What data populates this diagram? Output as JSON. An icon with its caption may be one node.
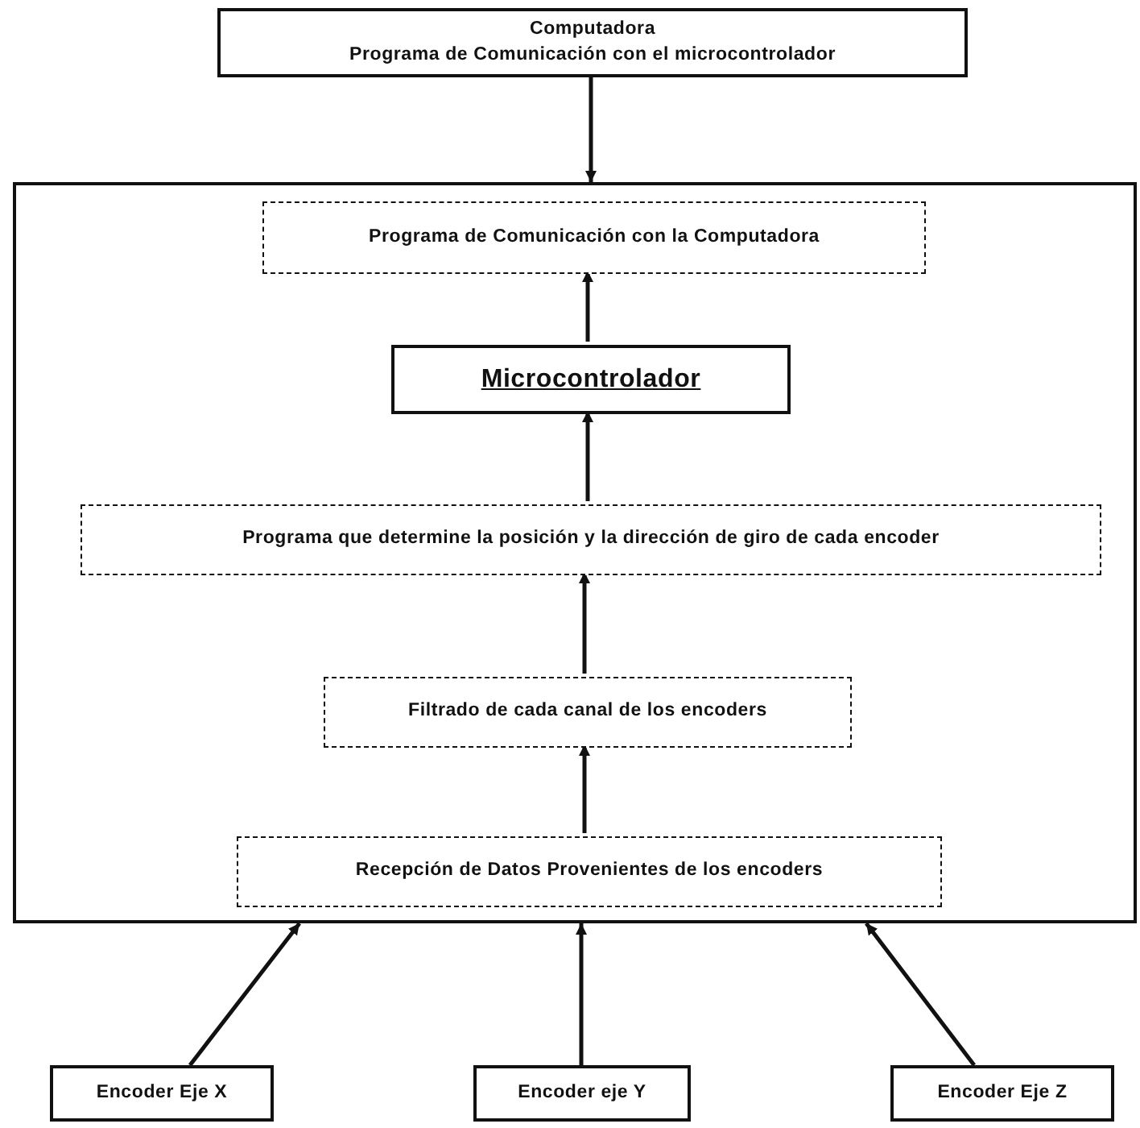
{
  "diagram": {
    "nodes": [
      {
        "text": [
          "Computadora",
          "Programa de Comunicación con el microcontrolador"
        ]
      },
      {
        "text": [],
        "shape": "box"
      },
      {
        "text": [
          "Programa de Comunicación con la Computadora"
        ],
        "in": 1
      },
      {
        "text": [
          "Microcontrolador"
        ],
        "in": 1
      },
      {
        "text": [
          "Programa que determine la posición y la dirección de giro de cada encoder"
        ],
        "in": 1
      },
      {
        "text": [
          "Filtrado de cada canal de los encoders"
        ],
        "in": 1
      },
      {
        "text": [
          "Recepción de Datos Provenientes de los encoders"
        ],
        "in": 1
      },
      {
        "text": [
          "Encoder Eje X"
        ]
      },
      {
        "text": [
          "Encoder eje Y"
        ]
      },
      {
        "text": [
          "Encoder Eje Z"
        ]
      }
    ],
    "edges": [
      {
        "from": 0,
        "to": 1,
        "arrow": "to"
      },
      {
        "from": 3,
        "to": 2,
        "arrow": "to"
      },
      {
        "from": 4,
        "to": 3,
        "arrow": "to"
      },
      {
        "from": 5,
        "to": 4,
        "arrow": "to"
      },
      {
        "from": 6,
        "to": 5,
        "arrow": "to"
      },
      {
        "from": 7,
        "to": 1,
        "arrow": "to"
      },
      {
        "from": 8,
        "to": 1,
        "arrow": "to"
      },
      {
        "from": 9,
        "to": 1,
        "arrow": "to"
      }
    ]
  }
}
